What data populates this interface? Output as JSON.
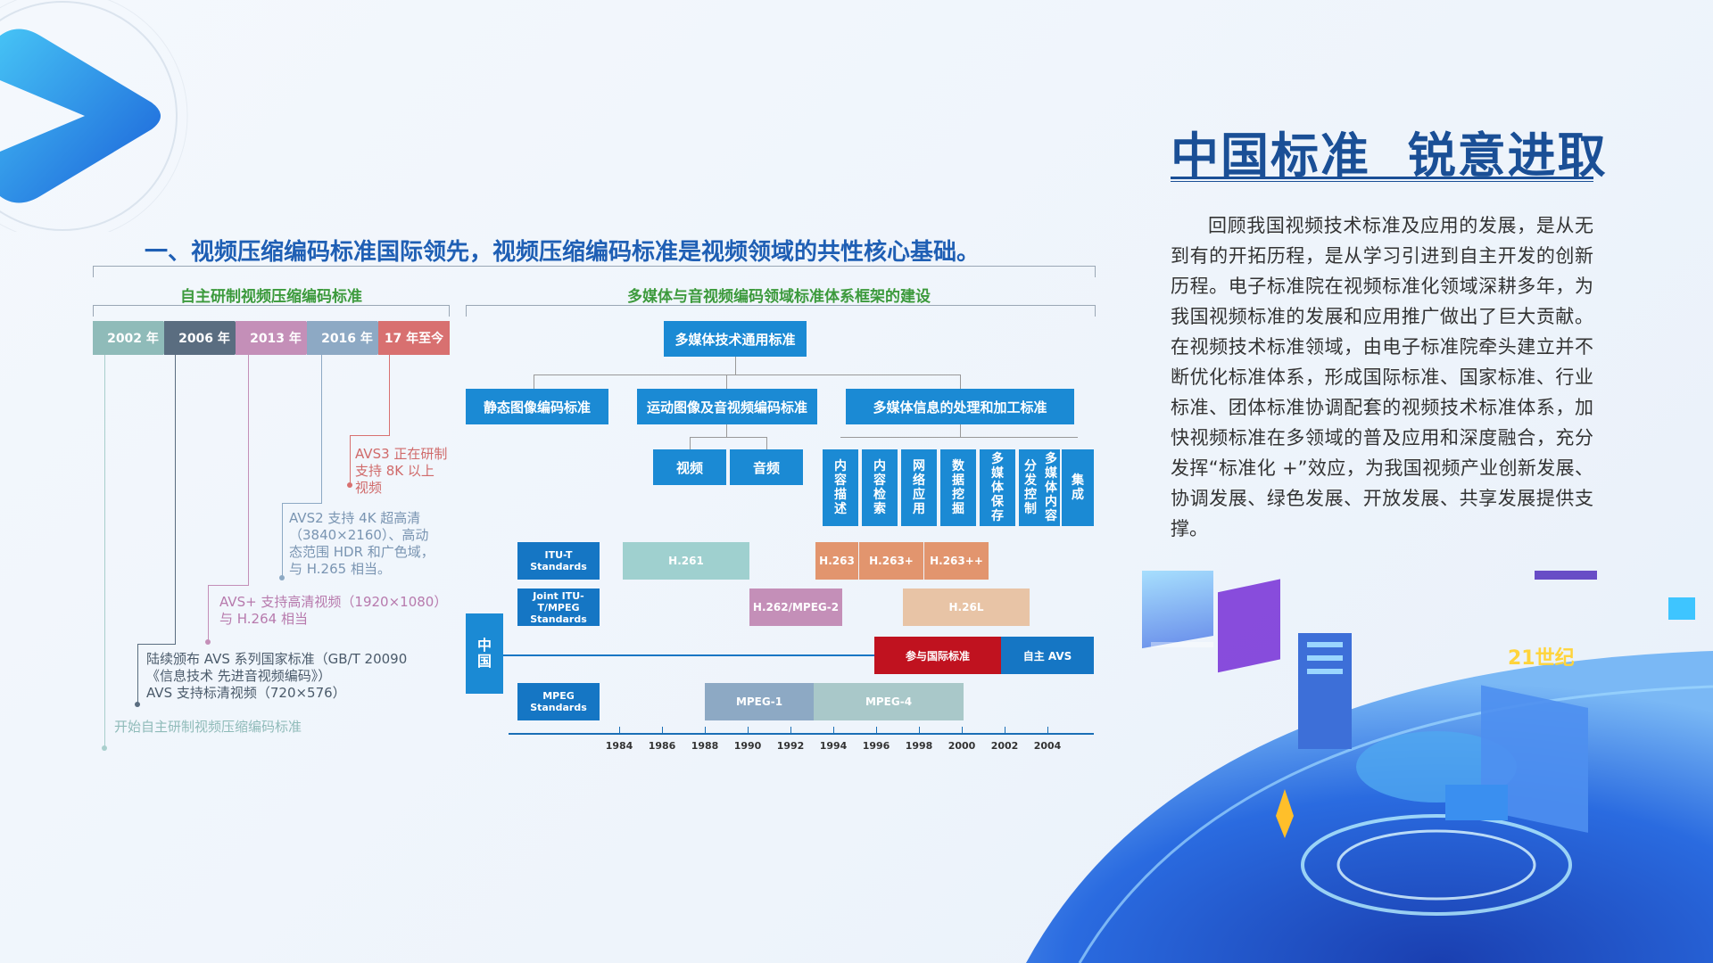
{
  "section_heading": "一、视频压缩编码标准国际领先，视频压缩编码标准是视频领域的共性核心基础。",
  "left_panel": {
    "title": "自主研制视频压缩编码标准",
    "timeline": [
      {
        "label": "2002 年",
        "color": "#8fbbb9"
      },
      {
        "label": "2006 年",
        "color": "#5a6d80"
      },
      {
        "label": "2013 年",
        "color": "#c48fb8"
      },
      {
        "label": "2016 年",
        "color": "#8da9c4"
      },
      {
        "label": "17 年至今",
        "color": "#d87070"
      }
    ],
    "notes": {
      "avs3": [
        "AVS3 正在研制",
        "支持 8K 以上",
        "视频"
      ],
      "avs2": [
        "AVS2 支持 4K 超高清",
        "（3840×2160）、高动",
        "态范围 HDR 和广色域，",
        "与 H.265 相当。"
      ],
      "avs_plus": [
        "AVS+ 支持高清视频（1920×1080）",
        "与 H.264 相当"
      ],
      "avs": [
        "陆续颁布 AVS 系列国家标准（GB/T 20090",
        "《信息技术 先进音视频编码》）",
        "AVS 支持标清视频（720×576）"
      ],
      "start": "开始自主研制视频压缩编码标准"
    },
    "note_colors": {
      "avs3": "#d06a6a",
      "avs2": "#7a95b2",
      "avs_plus": "#b77aad",
      "avs": "#4a5a6a",
      "start": "#8fbbb9"
    }
  },
  "right_panel": {
    "title": "多媒体与音视频编码领域标准体系框架的建设",
    "root": "多媒体技术通用标准",
    "level1": [
      "静态图像编码标准",
      "运动图像及音视频编码标准",
      "多媒体信息的处理和加工标准"
    ],
    "level2_av": [
      "视频",
      "音频"
    ],
    "level2_proc": [
      "内容描述",
      "内容检索",
      "网络应用",
      "数据挖掘",
      "多媒体保存",
      "分发控制",
      "多媒体内容",
      "集成"
    ],
    "orgs": [
      "ITU-T Standards",
      "Joint ITU-T/MPEG Standards",
      "MPEG Standards"
    ],
    "china_label": "中国",
    "bars": {
      "h261": "H.261",
      "h263": "H.263",
      "h263p": "H.263+",
      "h263pp": "H.263++",
      "h262": "H.262/MPEG-2",
      "h26l": "H.26L",
      "intl": "参与国际标准",
      "avs": "自主 AVS",
      "mpeg1": "MPEG-1",
      "mpeg4": "MPEG-4"
    },
    "years": [
      "1984",
      "1986",
      "1988",
      "1990",
      "1992",
      "1994",
      "1996",
      "1998",
      "2000",
      "2002",
      "2004"
    ]
  },
  "main_title": "中国标准  锐意进取",
  "intro_text": "回顾我国视频技术标准及应用的发展，是从无到有的开拓历程，是从学习引进到自主开发的创新历程。电子标准院在视频标准化领域深耕多年，为我国视频标准的发展和应用推广做出了巨大贡献。在视频技术标准领域，由电子标准院牵头建立并不断优化标准体系，形成国际标准、国家标准、行业标准、团体标准协调配套的视频技术标准体系，加快视频标准在多领域的普及应用和深度融合，充分发挥“标准化 +”效应，为我国视频产业创新发展、协调发展、绿色发展、开放发展、共享发展提供支撑。",
  "illustration_text": "21世纪",
  "colors": {
    "primary": "#1b8ad4",
    "title": "#1a4f96",
    "heading": "#1f5fb4",
    "green": "#3c9a3c",
    "red": "#c0121f",
    "avs": "#1576c4"
  }
}
